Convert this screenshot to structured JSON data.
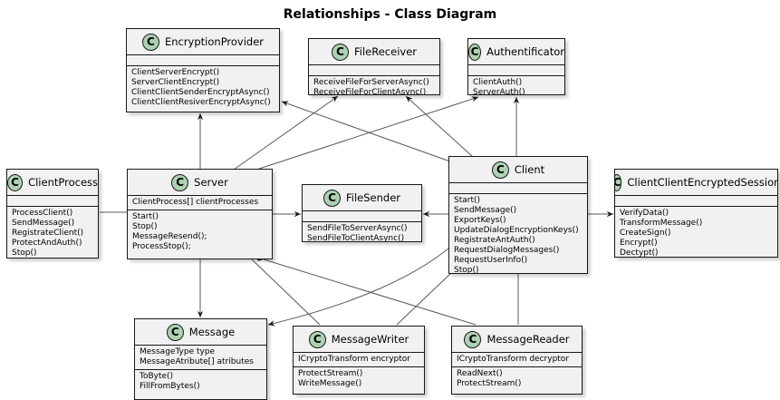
{
  "title": "Relationships - Class Diagram",
  "icon": "class-badge-icon",
  "colors": {
    "badge": "#add1b2",
    "box": "#f1f1f1",
    "border": "#181818",
    "line": "#595959"
  },
  "classes": {
    "encryption_provider": {
      "name": "EncryptionProvider",
      "badge": "C",
      "attributes": [],
      "methods": [
        "ClientServerEncrypt()",
        "ServerClientEncrypt()",
        "ClientClientSenderEncryptAsync()",
        "ClientClientResiverEncryptAsync()"
      ]
    },
    "file_receiver": {
      "name": "FileReceiver",
      "badge": "C",
      "attributes": [],
      "methods": [
        "ReceiveFileForServerAsync()",
        "ReceiveFileForClientAsync()"
      ]
    },
    "authentificator": {
      "name": "Authentificator",
      "badge": "C",
      "attributes": [],
      "methods": [
        "ClientAuth()",
        "ServerAuth()"
      ]
    },
    "client_process": {
      "name": "ClientProcess",
      "badge": "C",
      "attributes": [],
      "methods": [
        "ProcessClient()",
        "SendMessage()",
        "RegistrateClient()",
        "ProtectAndAuth()",
        "Stop()"
      ]
    },
    "server": {
      "name": "Server",
      "badge": "C",
      "attributes": [
        "ClientProcess[] clientProcesses"
      ],
      "methods": [
        "Start()",
        "Stop()",
        "MessageResend();",
        "ProcessStop();"
      ]
    },
    "file_sender": {
      "name": "FileSender",
      "badge": "C",
      "attributes": [],
      "methods": [
        "SendFileToServerAsync()",
        "SendFileToClientAsync()"
      ]
    },
    "client": {
      "name": "Client",
      "badge": "C",
      "attributes": [],
      "methods": [
        "Start()",
        "SendMessage()",
        "ExportKeys()",
        "UpdateDialogEncryptionKeys()",
        "RegistrateAntAuth()",
        "RequestDialogMessages()",
        "RequestUserInfo()",
        "Stop()"
      ]
    },
    "session": {
      "name": "ClientClientEncryptedSession",
      "badge": "C",
      "attributes": [],
      "methods": [
        "VerifyData()",
        "TransformMessage()",
        "CreateSign()",
        "Encrypt()",
        "Dectypt()"
      ]
    },
    "message": {
      "name": "Message",
      "badge": "C",
      "attributes": [
        "MessageType type",
        "MessageAtribute[] atributes"
      ],
      "methods": [
        "ToByte()",
        "FillFromBytes()"
      ]
    },
    "message_writer": {
      "name": "MessageWriter",
      "badge": "C",
      "attributes": [
        "ICryptoTransform encryptor"
      ],
      "methods": [
        "ProtectStream()",
        "WriteMessage()"
      ]
    },
    "message_reader": {
      "name": "MessageReader",
      "badge": "C",
      "attributes": [
        "ICryptoTransform decryptor"
      ],
      "methods": [
        "ReadNext()",
        "ProtectStream()"
      ]
    }
  },
  "relations": [
    {
      "from": "Server",
      "to": "ClientProcess",
      "kind": "composition"
    },
    {
      "from": "Server",
      "to": "EncryptionProvider",
      "kind": "association"
    },
    {
      "from": "Server",
      "to": "FileReceiver",
      "kind": "association"
    },
    {
      "from": "Server",
      "to": "Authentificator",
      "kind": "association"
    },
    {
      "from": "Server",
      "to": "FileSender",
      "kind": "association"
    },
    {
      "from": "Server",
      "to": "Message",
      "kind": "association"
    },
    {
      "from": "Server",
      "to": "MessageWriter",
      "kind": "composition"
    },
    {
      "from": "Server",
      "to": "MessageReader",
      "kind": "composition"
    },
    {
      "from": "Client",
      "to": "EncryptionProvider",
      "kind": "association"
    },
    {
      "from": "Client",
      "to": "FileReceiver",
      "kind": "association"
    },
    {
      "from": "Client",
      "to": "Authentificator",
      "kind": "association"
    },
    {
      "from": "Client",
      "to": "FileSender",
      "kind": "association"
    },
    {
      "from": "Client",
      "to": "ClientClientEncryptedSession",
      "kind": "association"
    },
    {
      "from": "Client",
      "to": "Message",
      "kind": "association"
    },
    {
      "from": "Client",
      "to": "MessageWriter",
      "kind": "composition"
    },
    {
      "from": "Client",
      "to": "MessageReader",
      "kind": "composition"
    }
  ]
}
